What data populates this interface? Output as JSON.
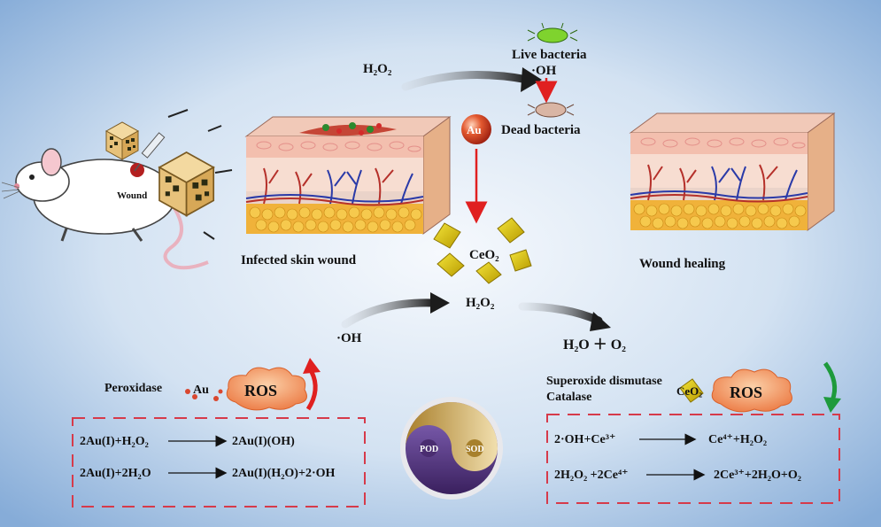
{
  "labels": {
    "h2o2_top": "H₂O₂",
    "live_bacteria": "Live bacteria",
    "oh_top": "·OH",
    "au_ball": "Au",
    "dead_bacteria": "Dead  bacteria",
    "wound": "Wound",
    "infected_skin_wound": "Infected skin wound",
    "wound_healing": "Wound healing",
    "ceo2_center": "CeO₂",
    "h2o2_center": "H₂O₂",
    "oh_left": "·OH",
    "h2o_o2": "H₂O ＋ O₂",
    "peroxidase": "Peroxidase",
    "au_small": "Au",
    "ros_left": "ROS",
    "ros_right": "ROS",
    "superoxide_dismutase": "Superoxide dismutase",
    "catalase": "Catalase",
    "ceo2_small": "CeO₂",
    "pod": "POD",
    "sod": "SOD"
  },
  "left_reactions": [
    {
      "lhs": "2Au(I)+H₂O₂",
      "rhs": "2Au(I)(OH)"
    },
    {
      "lhs": "2Au(I)+2H₂O",
      "rhs": "2Au(I)(H₂O)+2·OH"
    }
  ],
  "right_reactions": [
    {
      "lhs": "2·OH+Ce³⁺",
      "rhs": "Ce⁴⁺+H₂O₂"
    },
    {
      "lhs": "2H₂O₂ +2Ce⁴⁺",
      "rhs": "2Ce³⁺+2H₂O+O₂"
    }
  ],
  "colors": {
    "background_center": "#f4f8fc",
    "background_edge": "#8fb3dc",
    "dashed_box": "#d63a4a",
    "ros_cloud": "#f08a5a",
    "au_ball": "#d9472f",
    "ceo2": "#d9c200",
    "arrow_red": "#e02020",
    "arrow_green": "#1e9a3c",
    "pod_gold": "#c8a24a",
    "sod_purple": "#5d3c8e"
  }
}
